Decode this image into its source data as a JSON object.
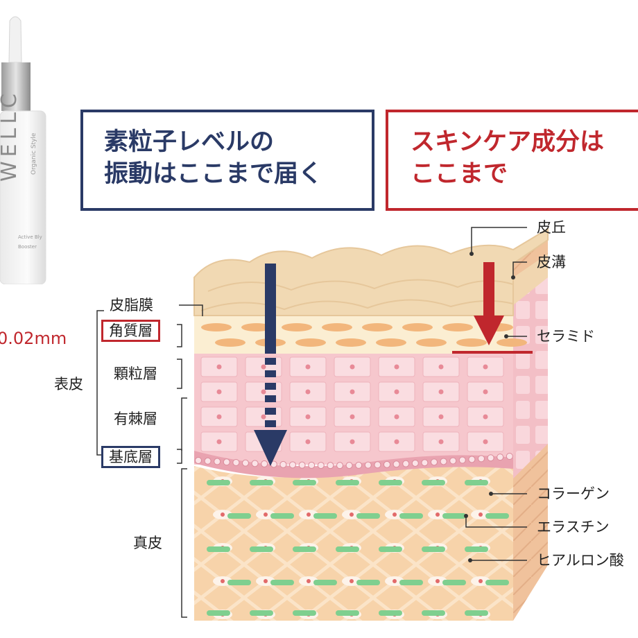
{
  "product": {
    "brand": "WELLC",
    "sub": "Organic Style",
    "small1": "Active Bly",
    "small2": "Booster"
  },
  "measure_label": "0.02mm",
  "callouts": {
    "vibration": [
      "素粒子レベルの",
      "振動はここまで届く"
    ],
    "skincare": [
      "スキンケア成分は",
      "ここまで"
    ]
  },
  "left_labels": {
    "sebum": "皮脂膜",
    "stratum_corneum": "角質層",
    "granular": "顆粒層",
    "epidermis": "表皮",
    "spinous": "有棘層",
    "basal": "基底層",
    "dermis": "真皮"
  },
  "right_labels": {
    "skin_hill": "皮丘",
    "skin_groove": "皮溝",
    "ceramide": "セラミド",
    "collagen": "コラーゲン",
    "elastin": "エラスチン",
    "hyaluronic": "ヒアルロン酸"
  },
  "colors": {
    "navy": "#2a3a66",
    "red": "#c0272d",
    "skin": "#f3dcc0",
    "dermis": "#f7d3aa",
    "cell": "#f6c7cd",
    "fiber": "#7fcf8f"
  }
}
